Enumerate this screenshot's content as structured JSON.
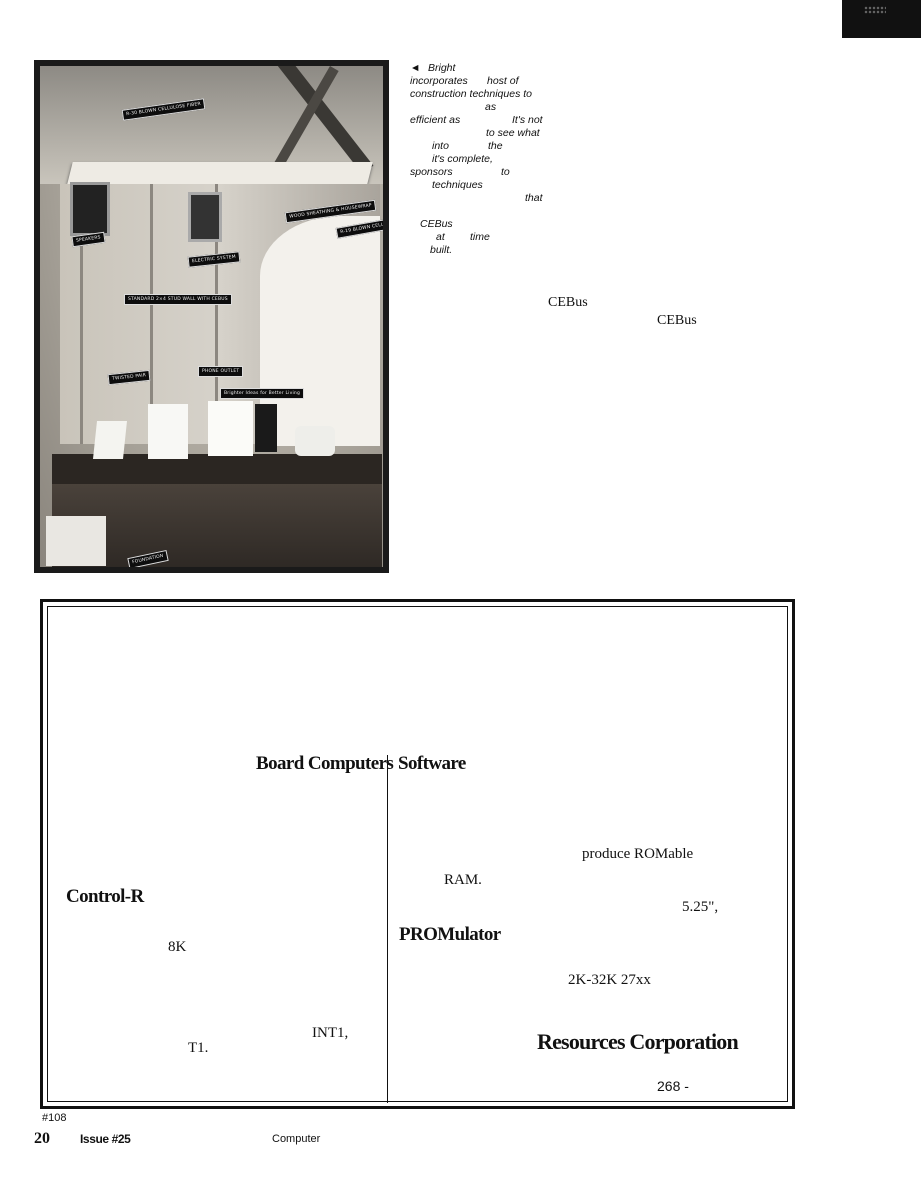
{
  "photo": {
    "alt": "",
    "tags": [
      "SPEAKERS",
      "ELECTRIC SYSTEM",
      "PHONE OUTLET",
      "Brighter Ideas for Better Living"
    ]
  },
  "caption": {
    "lines": [
      "Bright",
      "incorporates",
      "host of",
      "construction techniques to",
      "as",
      "efficient as",
      "It's not",
      "to see what",
      "into",
      "the",
      "it's complete,",
      "sponsors",
      "to",
      "techniques",
      "that",
      "CEBus",
      "at",
      "time",
      "built."
    ],
    "arrow": "◄"
  },
  "body": {
    "cebus_1": "CEBus",
    "cebus_2": "CEBus"
  },
  "ad": {
    "left": {
      "heading_board": "Board Computers",
      "heading_control": "Control-R",
      "text_8k": "8K",
      "text_int1": "INT1,",
      "text_t1": "T1."
    },
    "right": {
      "heading_software": "Software",
      "text_produce": "produce ROMable",
      "text_ram": "RAM.",
      "text_525": "5.25\",",
      "heading_promulator": "PROMulator",
      "text_27xx": "2K-32K 27xx",
      "company": "Resources Corporation",
      "phone": "268 -"
    }
  },
  "footer": {
    "reader_service": "#108",
    "page_number": "20",
    "issue": "Issue #25",
    "computer": "Computer"
  }
}
